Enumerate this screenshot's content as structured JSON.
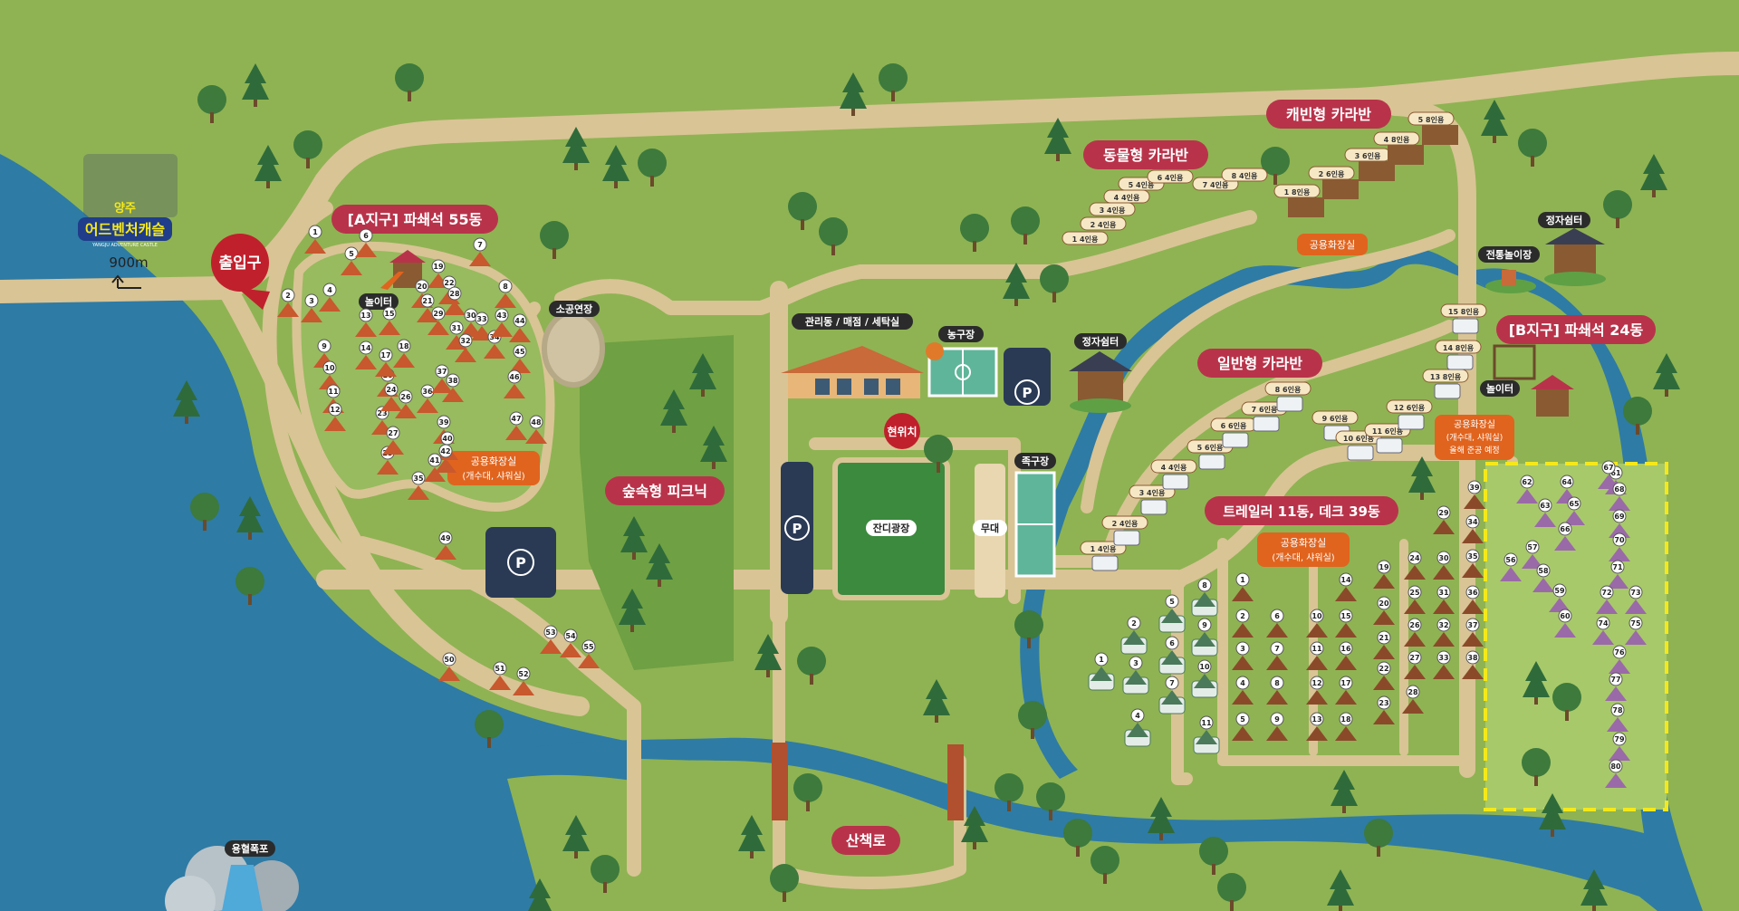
{
  "logo": {
    "line1": "양주",
    "line2": "어드벤처캐슬",
    "tagline": "YANGJU ADVENTURE CASTLE"
  },
  "distance": "900m",
  "entrance": "출입구",
  "zones": {
    "a_zone": "[A지구] 파쇄석 55동",
    "b_zone": "[B지구] 파쇄석 24동",
    "animal_caravan": "동물형 카라반",
    "cabin_caravan": "캐빈형 카라반",
    "general_caravan": "일반형 카라반",
    "trailer": "트레일러 11동, 데크 39동",
    "forest_picnic": "숲속형 피크닉",
    "trail": "산책로"
  },
  "facilities": {
    "playground_a": "놀이터",
    "playground_b": "놀이터",
    "small_theater": "소공연장",
    "office": "관리동 / 매점 / 세탁실",
    "basketball": "농구장",
    "pavilion_1": "정자쉼터",
    "pavilion_2": "정자쉼터",
    "traditional_play": "전통놀이장",
    "here": "현위치",
    "foot_volleyball": "족구장",
    "lawn": "잔디광장",
    "stage": "무대",
    "waterfall": "용혈폭포",
    "parking": "P"
  },
  "restrooms": {
    "a_zone": [
      "공용화장실",
      "(개수대, 샤워실)"
    ],
    "cabin": [
      "공용화장실"
    ],
    "trailer": [
      "공용화장실",
      "(개수대, 샤워실)"
    ],
    "b_zone": [
      "공용화장실",
      "(개수대, 샤워실)",
      "올해 준공 예정"
    ]
  },
  "cabin_sites": [
    "1  8인용",
    "2  6인용",
    "3  6인용",
    "4  8인용",
    "5  8인용"
  ],
  "animal_sites": [
    "1  4인용",
    "2  4인용",
    "3  4인용",
    "4  4인용",
    "5  4인용",
    "6  4인용",
    "7  4인용",
    "8  4인용"
  ],
  "general_sites": [
    "1  4인용",
    "2  4인용",
    "3  4인용",
    "4  4인용",
    "5  6인용",
    "6  6인용",
    "7  6인용",
    "8  6인용",
    "9  6인용",
    "10  6인용",
    "11  6인용",
    "12  6인용",
    "13  8인용",
    "14  8인용",
    "15  8인용"
  ],
  "a_sites": [
    "1",
    "2",
    "3",
    "4",
    "5",
    "6",
    "7",
    "8",
    "9",
    "10",
    "11",
    "12",
    "13",
    "14",
    "15",
    "16",
    "17",
    "18",
    "19",
    "20",
    "21",
    "22",
    "23",
    "24",
    "25",
    "26",
    "27",
    "28",
    "29",
    "30",
    "31",
    "32",
    "33",
    "34",
    "35",
    "36",
    "37",
    "38",
    "39",
    "40",
    "41",
    "42",
    "43",
    "44",
    "45",
    "46",
    "47",
    "48",
    "49",
    "50",
    "51",
    "52",
    "53",
    "54",
    "55"
  ],
  "trailer_sites": [
    "1",
    "2",
    "3",
    "4",
    "5",
    "6",
    "7",
    "8",
    "9",
    "10",
    "11"
  ],
  "deck_sites": [
    "1",
    "2",
    "3",
    "4",
    "5",
    "6",
    "7",
    "8",
    "9",
    "10",
    "11",
    "12",
    "13",
    "14",
    "15",
    "16",
    "17",
    "18",
    "19",
    "20",
    "21",
    "22",
    "23",
    "24",
    "25",
    "26",
    "27",
    "28",
    "29",
    "30",
    "31",
    "32",
    "33",
    "34",
    "35",
    "36",
    "37",
    "38",
    "39"
  ],
  "b_sites": [
    "56",
    "57",
    "58",
    "59",
    "60",
    "61",
    "62",
    "63",
    "64",
    "65",
    "66",
    "67",
    "68",
    "69",
    "70",
    "71",
    "72",
    "73",
    "74",
    "75",
    "76",
    "77",
    "78",
    "79",
    "80"
  ],
  "colors": {
    "grass": "#8fb353",
    "water": "#2e7ba5",
    "road": "#d9c495",
    "label": "#b8334a",
    "restroom": "#e0641e",
    "parking": "#2a3a55"
  }
}
